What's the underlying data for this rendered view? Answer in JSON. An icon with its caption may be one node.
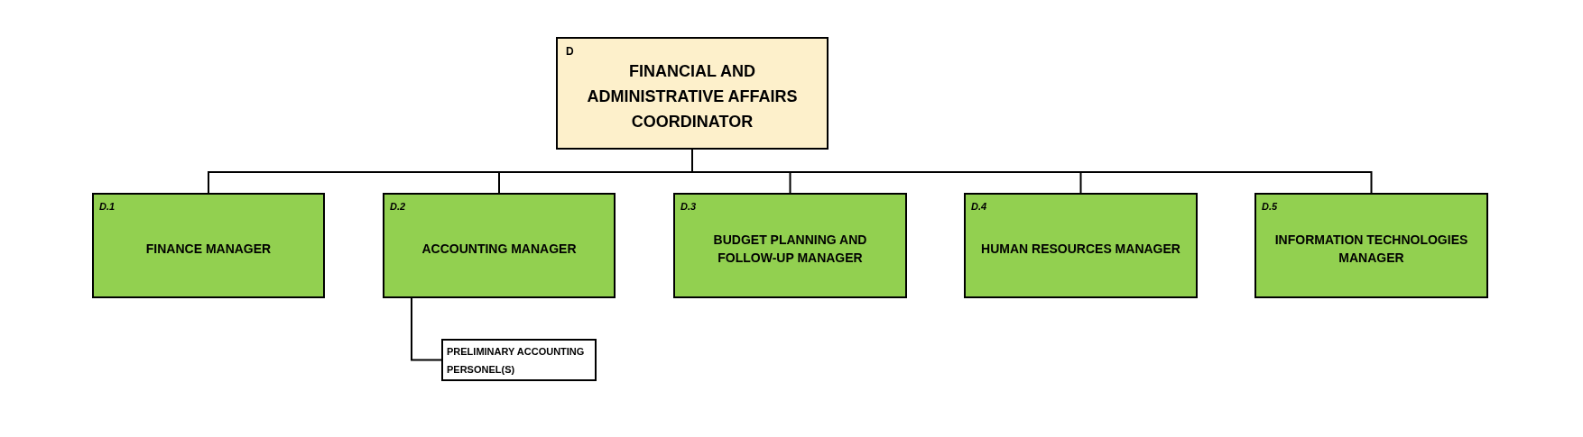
{
  "diagram": {
    "nodes": [
      {
        "text": [
          "D",
          "FINANCIAL AND ADMINISTRATIVE AFFAIRS COORDINATOR"
        ]
      },
      {
        "text": [
          "D.1",
          "FINANCE MANAGER"
        ]
      },
      {
        "text": [
          "D.2",
          "ACCOUNTING MANAGER"
        ]
      },
      {
        "text": [
          "D.3",
          "BUDGET PLANNING AND FOLLOW-UP MANAGER"
        ]
      },
      {
        "text": [
          "D.4",
          "HUMAN RESOURCES MANAGER"
        ]
      },
      {
        "text": [
          "D.5",
          "INFORMATION TECHNOLOGIES MANAGER"
        ]
      },
      {
        "text": [
          "PRELIMINARY ACCOUNTING PERSONEL(S)"
        ]
      }
    ],
    "edges": [
      {
        "from": 0,
        "to": 1,
        "arrow": "none"
      },
      {
        "from": 0,
        "to": 2,
        "arrow": "none"
      },
      {
        "from": 0,
        "to": 3,
        "arrow": "none"
      },
      {
        "from": 0,
        "to": 4,
        "arrow": "none"
      },
      {
        "from": 0,
        "to": 5,
        "arrow": "none"
      },
      {
        "from": 2,
        "to": 6,
        "arrow": "none"
      }
    ]
  }
}
